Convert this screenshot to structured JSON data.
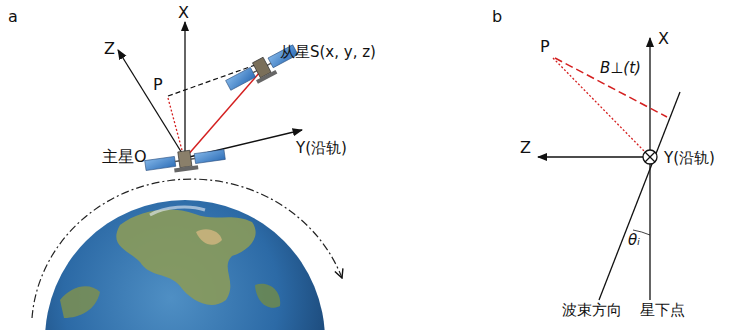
{
  "diagram": {
    "labels": [
      "a",
      "X",
      "Z",
      "P",
      "从星S(x, y, z)",
      "Y(沿轨)",
      "主星O",
      "b",
      "X",
      "P",
      "B⊥(t)",
      "Z",
      "Y(沿轨)",
      "θᵢ",
      "波束方向",
      "星下点"
    ]
  }
}
